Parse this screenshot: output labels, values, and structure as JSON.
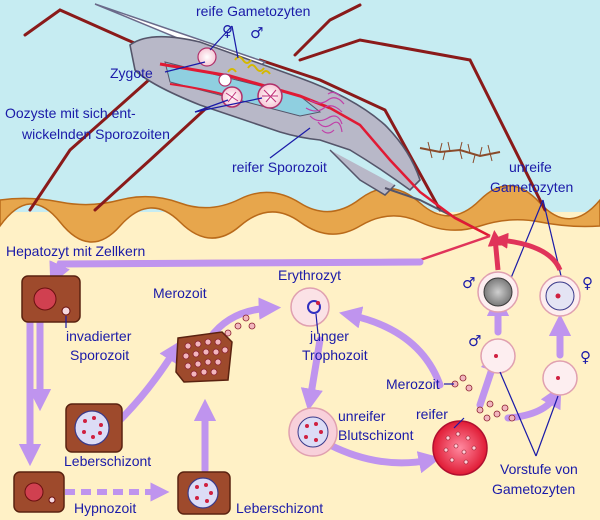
{
  "labels": {
    "reife_gametozyten": "reife Gametozyten",
    "zygote": "Zygote",
    "oozyste_line1": "Oozyste mit sich ent-",
    "oozyste_line2": "wickelnden Sporozoiten",
    "reifer_sporozoit": "reifer Sporozoit",
    "unreife_gametozyten_line1": "unreife",
    "unreife_gametozyten_line2": "Gametozyten",
    "hepatozyt": "Hepatozyt mit Zellkern",
    "invadierter_line1": "invadierter",
    "invadierter_line2": "Sporozoit",
    "merozoit_top": "Merozoit",
    "erythrozyt": "Erythrozyt",
    "junger_line1": "junger",
    "junger_line2": "Trophozoit",
    "merozoit_mid": "Merozoit",
    "unreifer_line1": "unreifer",
    "unreifer_line2": "Blutschizont",
    "reifer": "reifer",
    "leberschizont_1": "Leberschizont",
    "hypnozoit": "Hypnozoit",
    "leberschizont_2": "Leberschizont",
    "vorstufe_line1": "Vorstufe von",
    "vorstufe_line2": "Gametozyten"
  },
  "symbols": {
    "female": "♀",
    "male": "♂"
  },
  "colors": {
    "sky": "#c6ecf2",
    "skin_band": "#e7a64c",
    "skin_fill": "#fff1c6",
    "arrow": "#bf94ee",
    "text": "#1a1aa8",
    "cell_brown": "#9e4a2c",
    "red": "#e01a34"
  }
}
